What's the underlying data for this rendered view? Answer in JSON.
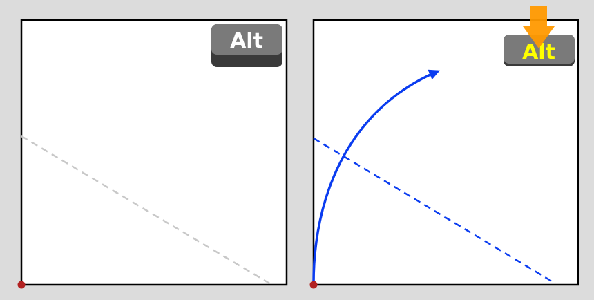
{
  "panels": [
    {
      "id": "before",
      "key_label": "Alt",
      "key_state": "released",
      "key_text_color": "#ffffff",
      "line_color": "#c8c8c8",
      "line_style": "dashed",
      "show_rotation_arrow": false
    },
    {
      "id": "after",
      "key_label": "Alt",
      "key_state": "pressed",
      "key_text_color": "#ffff00",
      "line_color": "#0a3cf0",
      "line_style": "dashed",
      "show_rotation_arrow": true,
      "press_indicator": "orange-down-arrow"
    }
  ],
  "colors": {
    "background": "#dcdcdc",
    "canvas": "#ffffff",
    "frame": "#000000",
    "pivot": "#b22222",
    "arrow": "#0a3cf0",
    "key_face": "#7a7a7a",
    "key_base": "#3a3a3a",
    "press_arrow": "#ff9900"
  }
}
